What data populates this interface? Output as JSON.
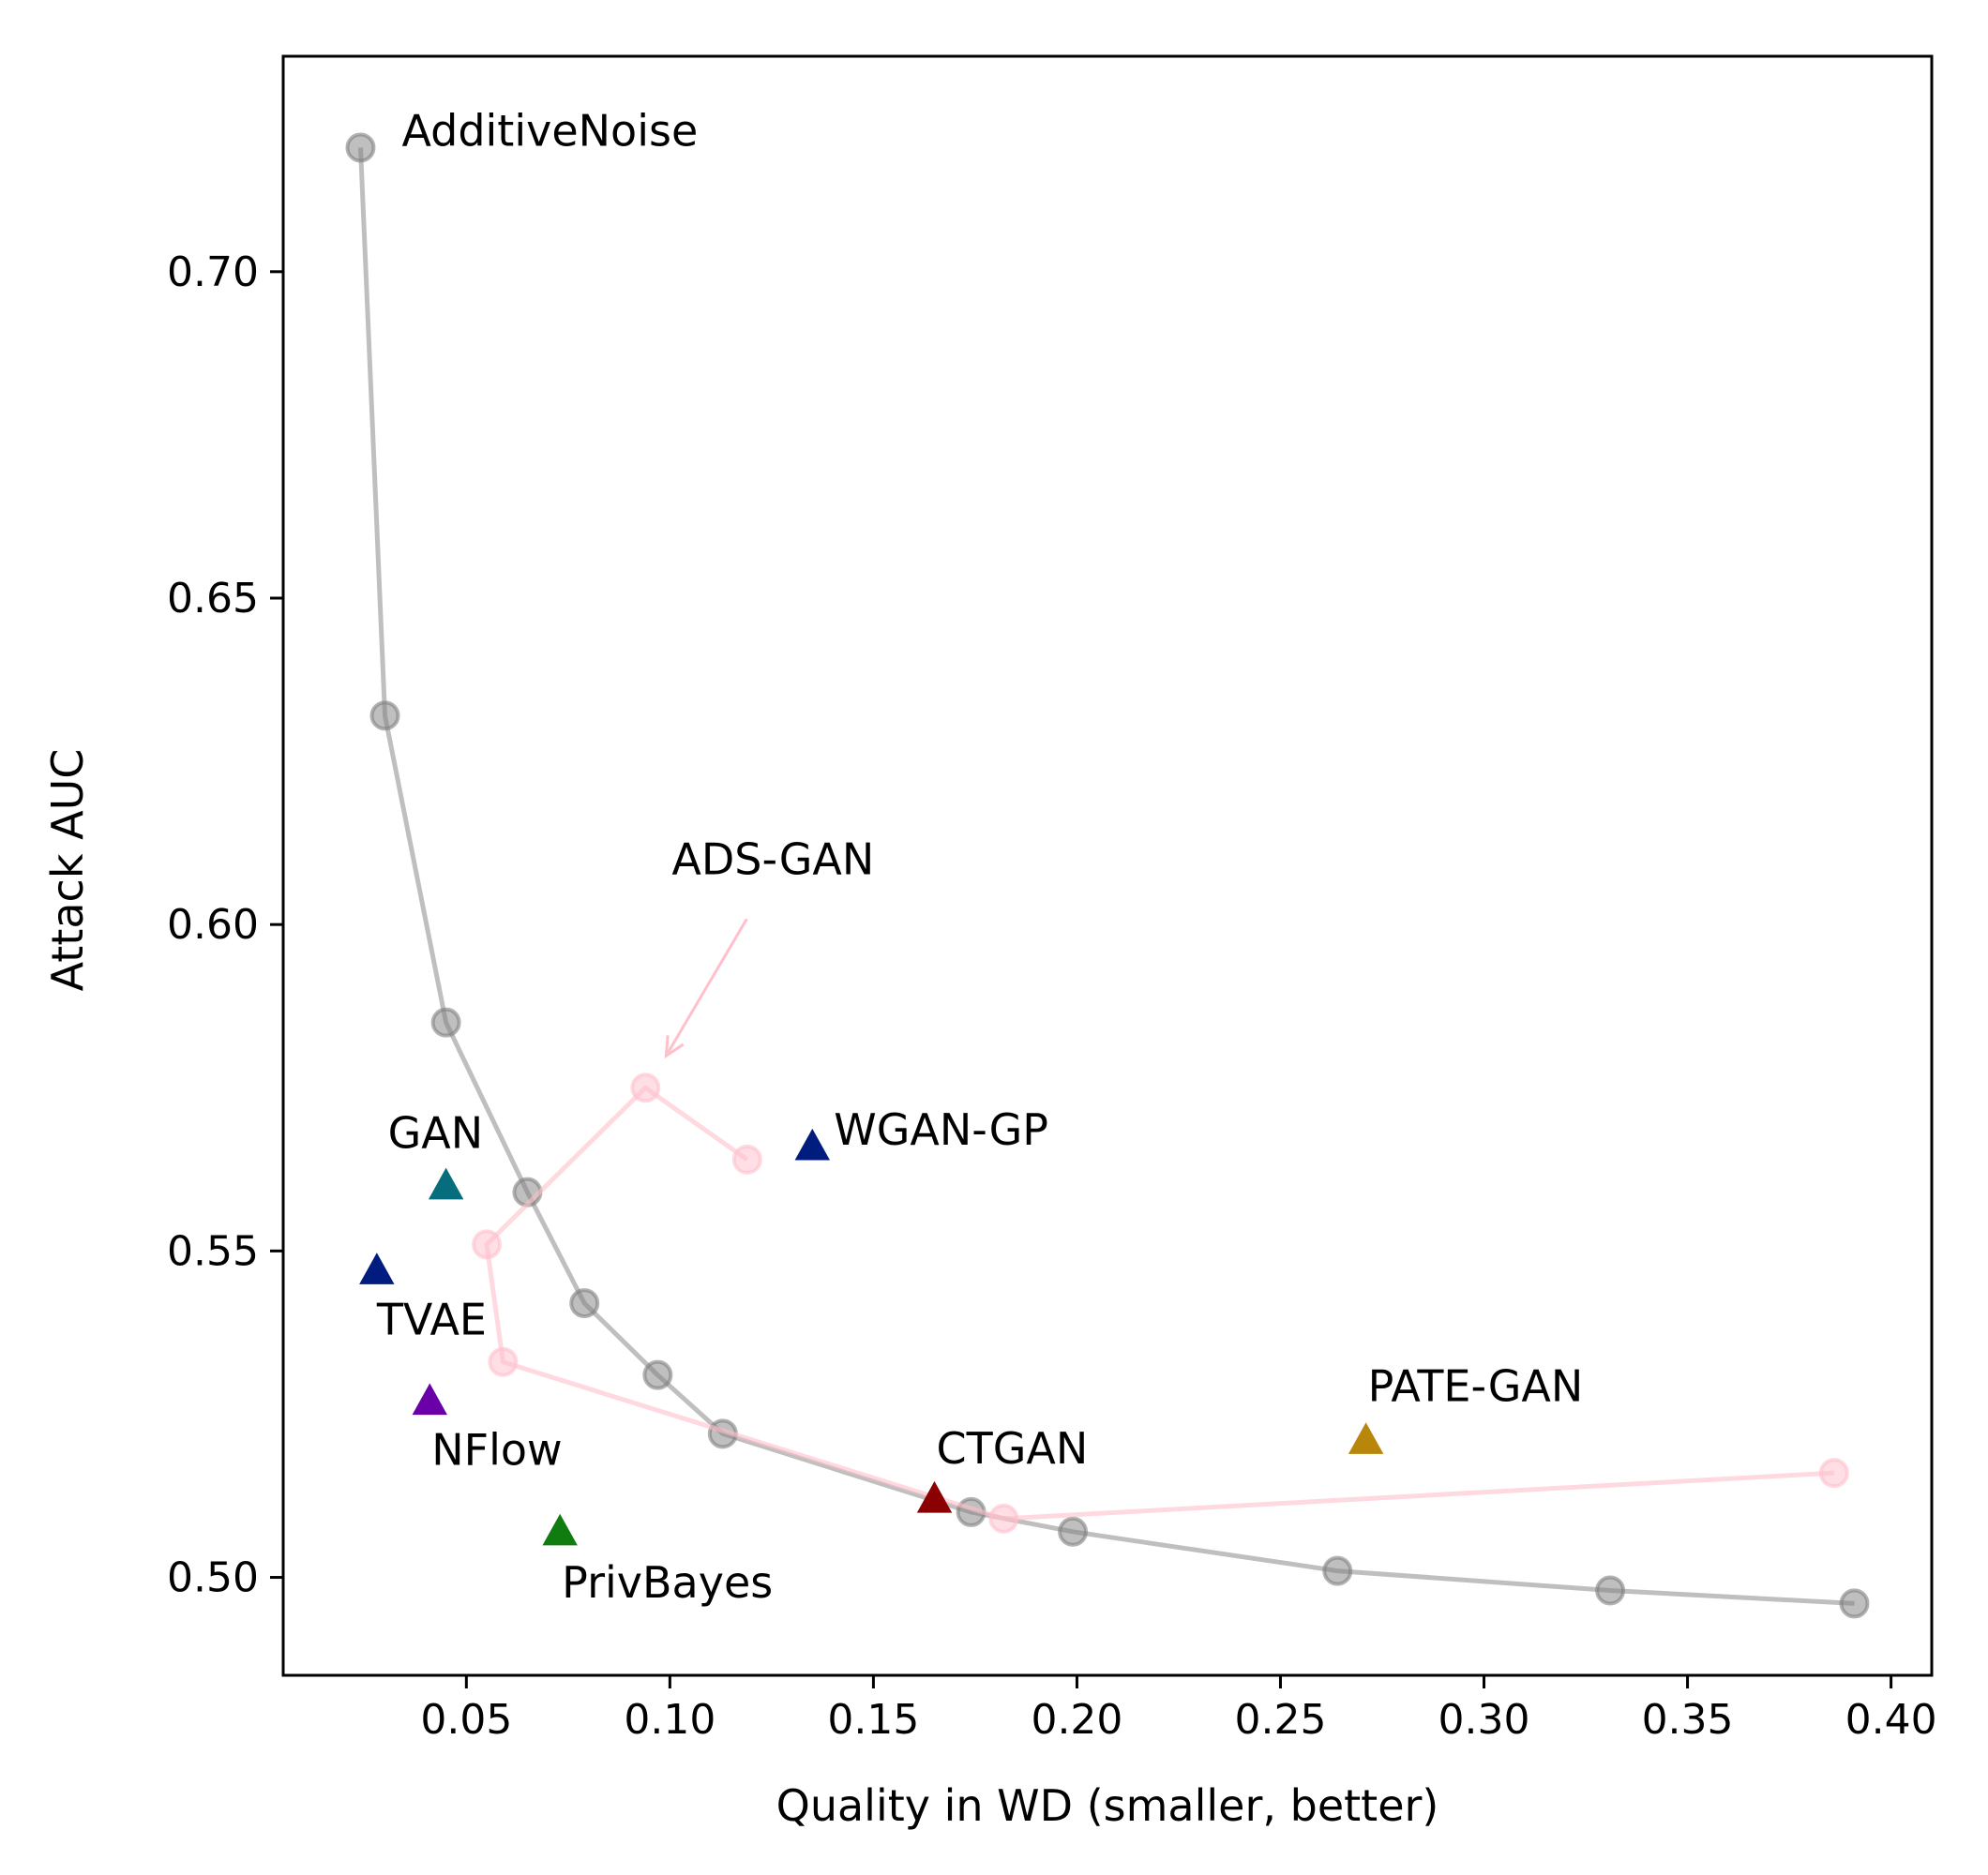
{
  "chart_data": {
    "type": "scatter",
    "xlabel": "Quality in WD (smaller, better)",
    "ylabel": "Attack AUC",
    "xlim": [
      0.005,
      0.41
    ],
    "ylim": [
      0.485,
      0.733
    ],
    "xticks": [
      0.05,
      0.1,
      0.15,
      0.2,
      0.25,
      0.3,
      0.35,
      0.4
    ],
    "xtick_labels": [
      "0.05",
      "0.10",
      "0.15",
      "0.20",
      "0.25",
      "0.30",
      "0.35",
      "0.40"
    ],
    "yticks": [
      0.5,
      0.55,
      0.6,
      0.65,
      0.7
    ],
    "ytick_labels": [
      "0.50",
      "0.55",
      "0.60",
      "0.65",
      "0.70"
    ],
    "grid": false,
    "series": [
      {
        "name": "AdditiveNoise",
        "marker": "circle",
        "connected": true,
        "color": "#808080",
        "points": [
          {
            "x": 0.024,
            "y": 0.719
          },
          {
            "x": 0.03,
            "y": 0.632
          },
          {
            "x": 0.045,
            "y": 0.585
          },
          {
            "x": 0.065,
            "y": 0.559
          },
          {
            "x": 0.079,
            "y": 0.542
          },
          {
            "x": 0.097,
            "y": 0.531
          },
          {
            "x": 0.113,
            "y": 0.522
          },
          {
            "x": 0.174,
            "y": 0.51
          },
          {
            "x": 0.199,
            "y": 0.507
          },
          {
            "x": 0.264,
            "y": 0.501
          },
          {
            "x": 0.331,
            "y": 0.498
          },
          {
            "x": 0.391,
            "y": 0.496
          }
        ]
      },
      {
        "name": "ADS-GAN",
        "marker": "circle",
        "connected": true,
        "color": "#ffc0cb",
        "points": [
          {
            "x": 0.119,
            "y": 0.564
          },
          {
            "x": 0.094,
            "y": 0.575
          },
          {
            "x": 0.055,
            "y": 0.551
          },
          {
            "x": 0.059,
            "y": 0.533
          },
          {
            "x": 0.182,
            "y": 0.509
          },
          {
            "x": 0.386,
            "y": 0.516
          }
        ]
      }
    ],
    "models": [
      {
        "name": "GAN",
        "x": 0.045,
        "y": 0.56,
        "color": "#066d7c"
      },
      {
        "name": "TVAE",
        "x": 0.028,
        "y": 0.547,
        "color": "#001c7f"
      },
      {
        "name": "NFlow",
        "x": 0.041,
        "y": 0.527,
        "color": "#6a00a8"
      },
      {
        "name": "PrivBayes",
        "x": 0.073,
        "y": 0.507,
        "color": "#107c10"
      },
      {
        "name": "CTGAN",
        "x": 0.165,
        "y": 0.512,
        "color": "#8b0000"
      },
      {
        "name": "WGAN-GP",
        "x": 0.135,
        "y": 0.566,
        "color": "#001c7f"
      },
      {
        "name": "PATE-GAN",
        "x": 0.271,
        "y": 0.521,
        "color": "#b8860b"
      }
    ]
  }
}
